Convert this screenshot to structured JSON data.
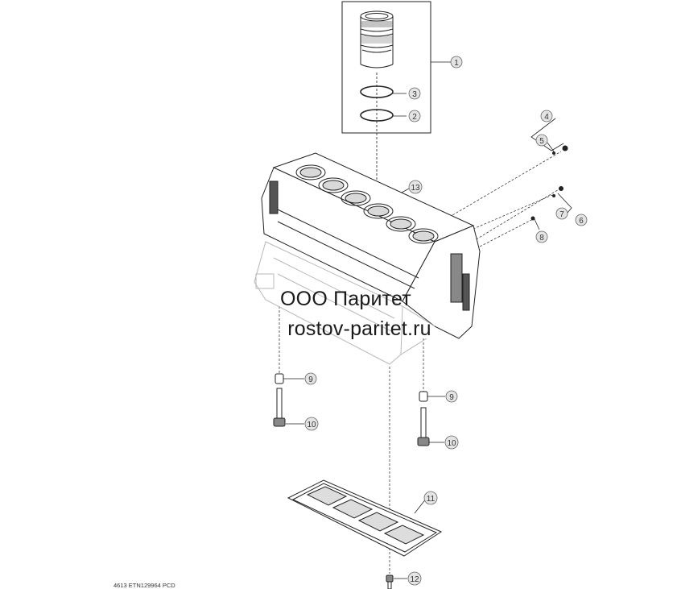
{
  "watermark": {
    "line1": "ООО Паритет",
    "line2": "rostov-paritet.ru"
  },
  "reference_code": "4613  ETN129964  PCD",
  "callouts": [
    {
      "id": "c1",
      "label": "1"
    },
    {
      "id": "c2",
      "label": "2"
    },
    {
      "id": "c3",
      "label": "3"
    },
    {
      "id": "c4",
      "label": "4"
    },
    {
      "id": "c5",
      "label": "5"
    },
    {
      "id": "c6",
      "label": "6"
    },
    {
      "id": "c7",
      "label": "7"
    },
    {
      "id": "c8",
      "label": "8"
    },
    {
      "id": "c9a",
      "label": "9"
    },
    {
      "id": "c9b",
      "label": "9"
    },
    {
      "id": "c10a",
      "label": "10"
    },
    {
      "id": "c10b",
      "label": "10"
    },
    {
      "id": "c11",
      "label": "11"
    },
    {
      "id": "c12",
      "label": "12"
    },
    {
      "id": "c13",
      "label": "13"
    }
  ],
  "colors": {
    "line": "#222222",
    "callout_fill": "#e4e4e4",
    "ghost": "#b8b8b8"
  }
}
